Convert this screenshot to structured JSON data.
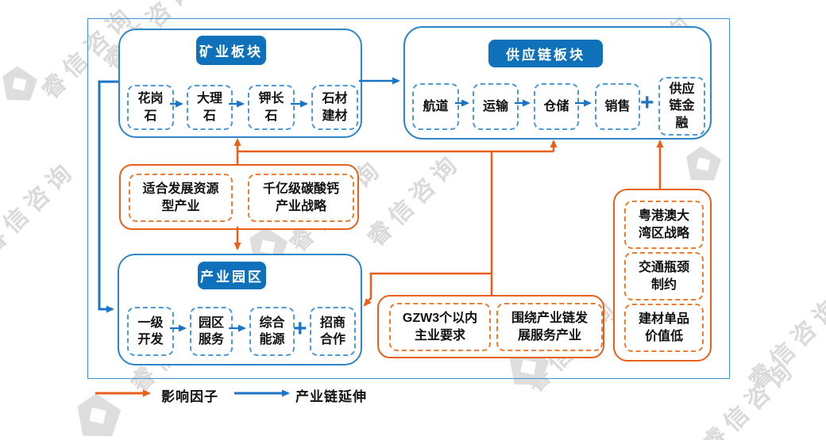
{
  "watermark": {
    "text": "睿信咨询"
  },
  "colors": {
    "badge_fill": "#0E71BA",
    "blue_border": "#2E86C8",
    "blue_dashed": "#4D9AD8",
    "blue_arrow": "#1B74C5",
    "orange": "#E8611C",
    "orange_dashed": "#ED7D31",
    "watermark_gray": "#DADADA"
  },
  "sections": {
    "mining": {
      "title": "矿业板块",
      "items": [
        "花岗石",
        "大理石",
        "钾长石",
        "石材建材"
      ]
    },
    "supply": {
      "title": "供应链板块",
      "items": [
        "航道",
        "运输",
        "仓储",
        "销售"
      ],
      "plus": "+",
      "plus_item": "供应链金融"
    },
    "park": {
      "title": "产业园区",
      "items": [
        "一级开发",
        "园区服务",
        "综合能源"
      ],
      "plus": "+",
      "plus_item": "招商合作"
    },
    "factors_left": {
      "items": [
        "适合发展资源型产业",
        "千亿级碳酸钙产业战略"
      ]
    },
    "factors_bottom": {
      "items": [
        "GZW3个以内主业要求",
        "围绕产业链发展服务产业"
      ]
    },
    "factors_right": {
      "items": [
        "粤港澳大湾区战略",
        "交通瓶颈制约",
        "建材单品价值低"
      ]
    }
  },
  "legend": {
    "influence": "影响因子",
    "extension": "产业链延伸"
  }
}
